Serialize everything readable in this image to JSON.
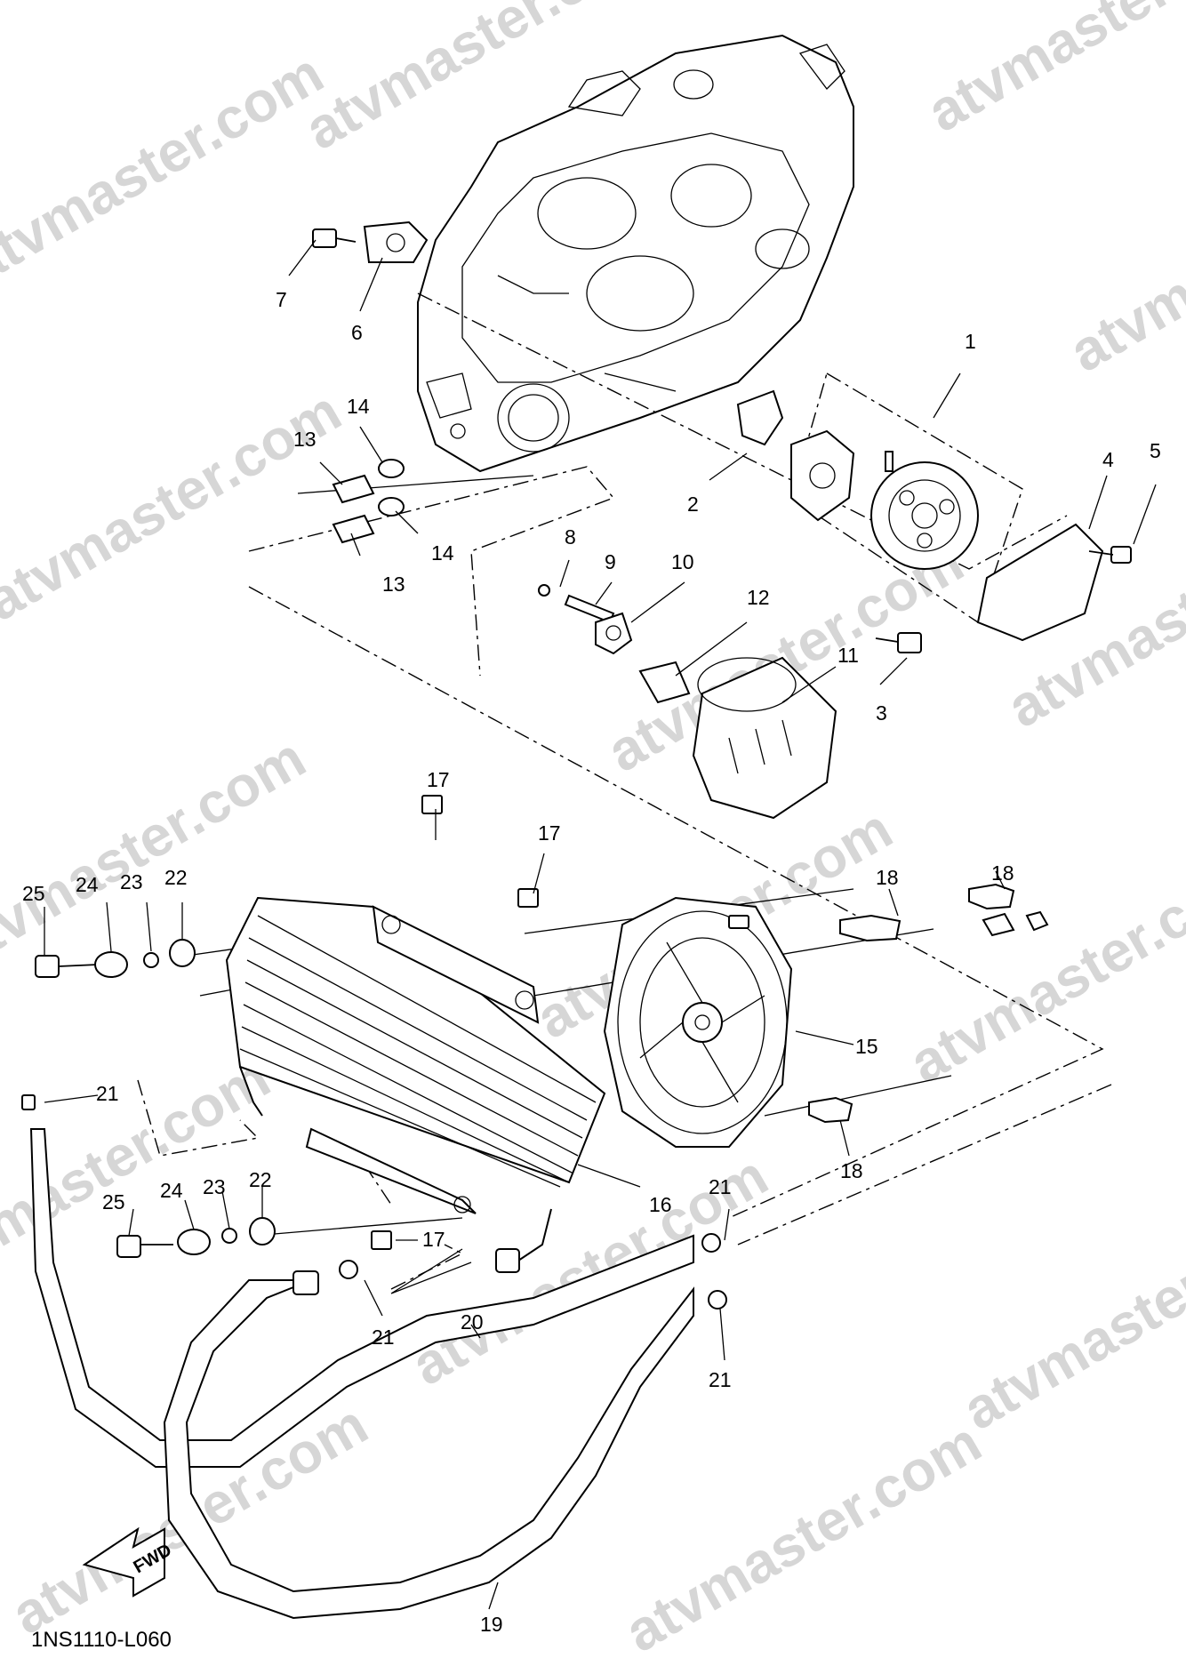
{
  "diagram": {
    "code": "1NS1110-L060",
    "fwd_label": "FWD",
    "watermark": "atvmaster.com",
    "callouts": [
      "1",
      "2",
      "3",
      "4",
      "5",
      "6",
      "7",
      "8",
      "9",
      "10",
      "11",
      "12",
      "13",
      "13",
      "14",
      "14",
      "15",
      "16",
      "17",
      "17",
      "17",
      "18",
      "18",
      "18",
      "19",
      "20",
      "21",
      "21",
      "21",
      "21",
      "22",
      "22",
      "23",
      "23",
      "24",
      "24",
      "25",
      "25"
    ]
  }
}
